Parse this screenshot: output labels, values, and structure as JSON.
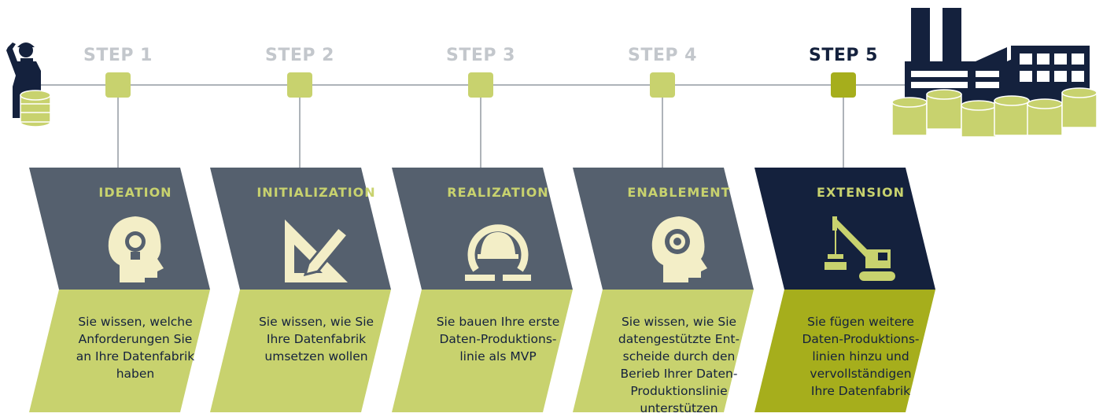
{
  "colors": {
    "step_inactive": "#c3c7cc",
    "step_active": "#14213d",
    "node_inactive": "#c8d26e",
    "node_active": "#a6ae1c",
    "panel_gray": "#55606e",
    "panel_dark": "#14213d",
    "title_green": "#c8d26e",
    "lower_green": "#c8d26e",
    "lower_active": "#a6ae1c",
    "line": "#aeb3b9",
    "icons": "#f3eec7",
    "crane": "#c8d26e"
  },
  "steps": [
    {
      "label": "STEP 1",
      "title": "IDEATION",
      "icon": "head-lightbulb-icon",
      "text": "Sie wissen, welche\nAnforderungen Sie\nan Ihre Datenfabrik\nhaben"
    },
    {
      "label": "STEP 2",
      "title": "INITIALIZATION",
      "icon": "ruler-pencil-icon",
      "text": "Sie wissen, wie Sie\nIhre Datenfabrik\numsetzen wollen"
    },
    {
      "label": "STEP 3",
      "title": "REALIZATION",
      "icon": "helmet-cycle-icon",
      "text": "Sie bauen Ihre erste\nDaten-Produktions-\nlinie als MVP"
    },
    {
      "label": "STEP 4",
      "title": "ENABLEMENT",
      "icon": "head-gear-icon",
      "text": "Sie wissen, wie Sie\ndatengestützte Ent-\nscheide durch den\nBerieb Ihrer Daten-\nProduktionslinie\nunterstützen"
    },
    {
      "label": "STEP 5",
      "title": "EXTENSION",
      "icon": "crane-icon",
      "text": "Sie fügen weitere\nDaten-Produktions-\nlinien hinzu und\nvervollständigen\nIhre Datenfabrik"
    }
  ],
  "active_step": 5
}
